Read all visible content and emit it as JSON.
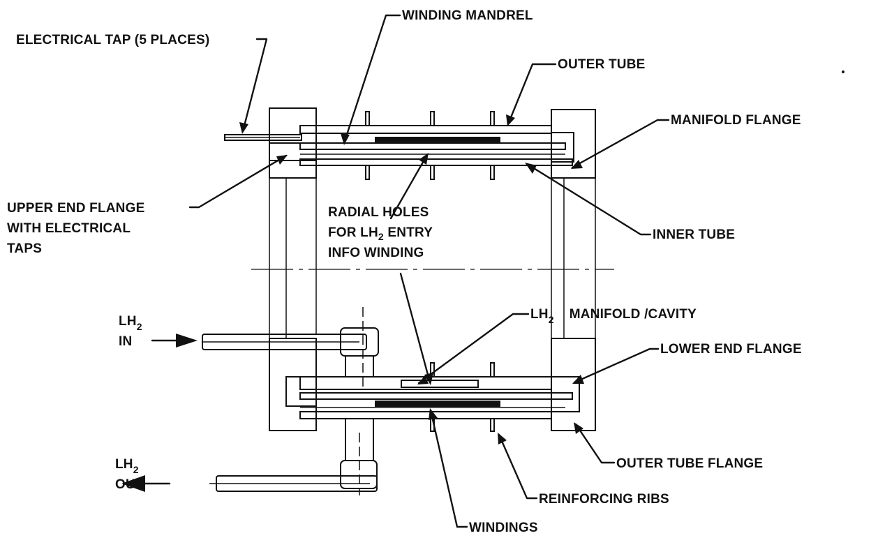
{
  "labels": {
    "winding_mandrel": "WINDING MANDREL",
    "electrical_tap": "ELECTRICAL TAP (5 PLACES)",
    "outer_tube": "OUTER TUBE",
    "manifold_flange": "MANIFOLD FLANGE",
    "upper_end_flange": [
      "UPPER END FLANGE",
      "WITH ELECTRICAL",
      "TAPS"
    ],
    "radial_holes": [
      "RADIAL HOLES",
      "FOR  LH",
      "2",
      " ENTRY",
      "INFO WINDING"
    ],
    "inner_tube": "INNER TUBE",
    "lh2_in": [
      "LH",
      "2",
      "IN"
    ],
    "lh2_manifold": [
      "LH",
      "2",
      "MANIFOLD /CAVITY"
    ],
    "lower_end_flange": "LOWER END FLANGE",
    "lh2_out": [
      "LH",
      "2",
      "OUT"
    ],
    "outer_tube_flange": "OUTER TUBE FLANGE",
    "reinforcing_ribs": "REINFORCING RIBS",
    "windings": "WINDINGS"
  }
}
